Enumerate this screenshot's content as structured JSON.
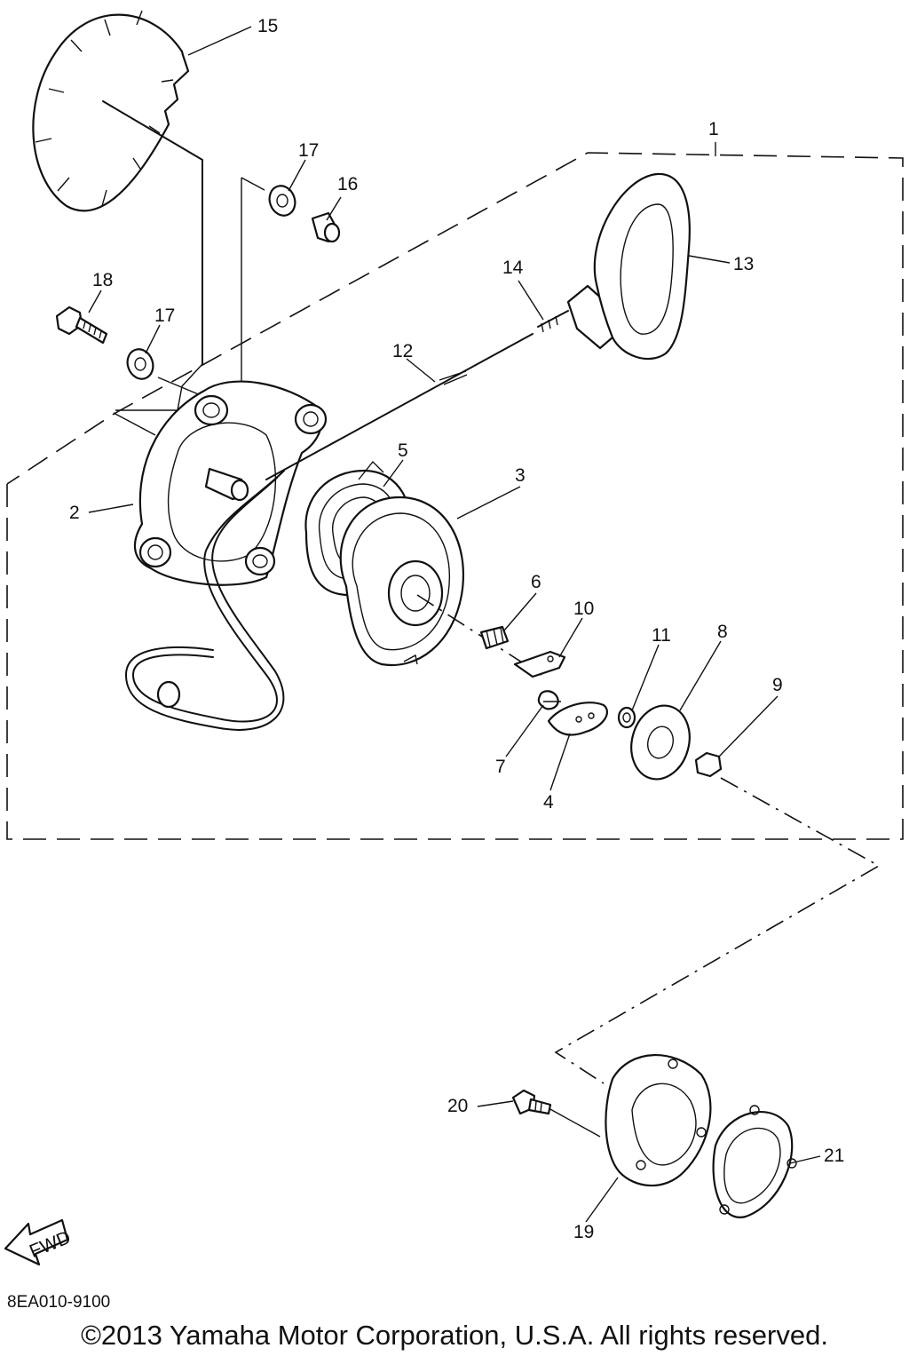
{
  "diagram": {
    "callouts": [
      "1",
      "2",
      "3",
      "4",
      "5",
      "6",
      "7",
      "8",
      "9",
      "10",
      "11",
      "12",
      "13",
      "14",
      "15",
      "16",
      "17",
      "18",
      "19",
      "20",
      "21"
    ],
    "duplicate_callouts": [
      "17"
    ],
    "fwd_label": "FWD",
    "drawing_code": "8EA010-9100"
  },
  "footer": {
    "copyright": "©2013 Yamaha Motor Corporation, U.S.A. All rights reserved."
  }
}
